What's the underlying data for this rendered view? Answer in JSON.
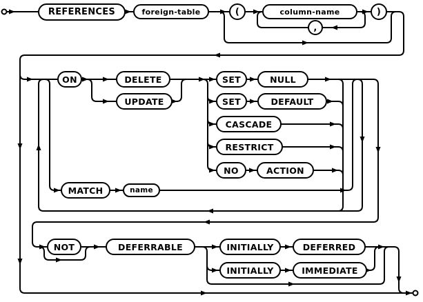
{
  "diagram": {
    "kind": "railroad-syntax-diagram",
    "language": "SQL foreign key clause",
    "colors": {
      "stroke": "#000000",
      "background": "#ffffff"
    },
    "nodes": [
      {
        "id": "references",
        "label": "REFERENCES",
        "type": "keyword"
      },
      {
        "id": "foreign-table",
        "label": "foreign-table",
        "type": "nonterminal"
      },
      {
        "id": "open-paren",
        "label": "(",
        "type": "literal"
      },
      {
        "id": "column-name",
        "label": "column-name",
        "type": "nonterminal"
      },
      {
        "id": "comma",
        "label": ",",
        "type": "literal"
      },
      {
        "id": "close-paren",
        "label": ")",
        "type": "literal"
      },
      {
        "id": "on",
        "label": "ON",
        "type": "keyword"
      },
      {
        "id": "delete",
        "label": "DELETE",
        "type": "keyword"
      },
      {
        "id": "update",
        "label": "UPDATE",
        "type": "keyword"
      },
      {
        "id": "set-1",
        "label": "SET",
        "type": "keyword"
      },
      {
        "id": "null",
        "label": "NULL",
        "type": "keyword"
      },
      {
        "id": "set-2",
        "label": "SET",
        "type": "keyword"
      },
      {
        "id": "default",
        "label": "DEFAULT",
        "type": "keyword"
      },
      {
        "id": "cascade",
        "label": "CASCADE",
        "type": "keyword"
      },
      {
        "id": "restrict",
        "label": "RESTRICT",
        "type": "keyword"
      },
      {
        "id": "no",
        "label": "NO",
        "type": "keyword"
      },
      {
        "id": "action",
        "label": "ACTION",
        "type": "keyword"
      },
      {
        "id": "match",
        "label": "MATCH",
        "type": "keyword"
      },
      {
        "id": "name",
        "label": "name",
        "type": "nonterminal"
      },
      {
        "id": "not",
        "label": "NOT",
        "type": "keyword"
      },
      {
        "id": "deferrable",
        "label": "DEFERRABLE",
        "type": "keyword"
      },
      {
        "id": "initially-1",
        "label": "INITIALLY",
        "type": "keyword"
      },
      {
        "id": "deferred",
        "label": "DEFERRED",
        "type": "keyword"
      },
      {
        "id": "initially-2",
        "label": "INITIALLY",
        "type": "keyword"
      },
      {
        "id": "immediate",
        "label": "IMMEDIATE",
        "type": "keyword"
      }
    ]
  }
}
